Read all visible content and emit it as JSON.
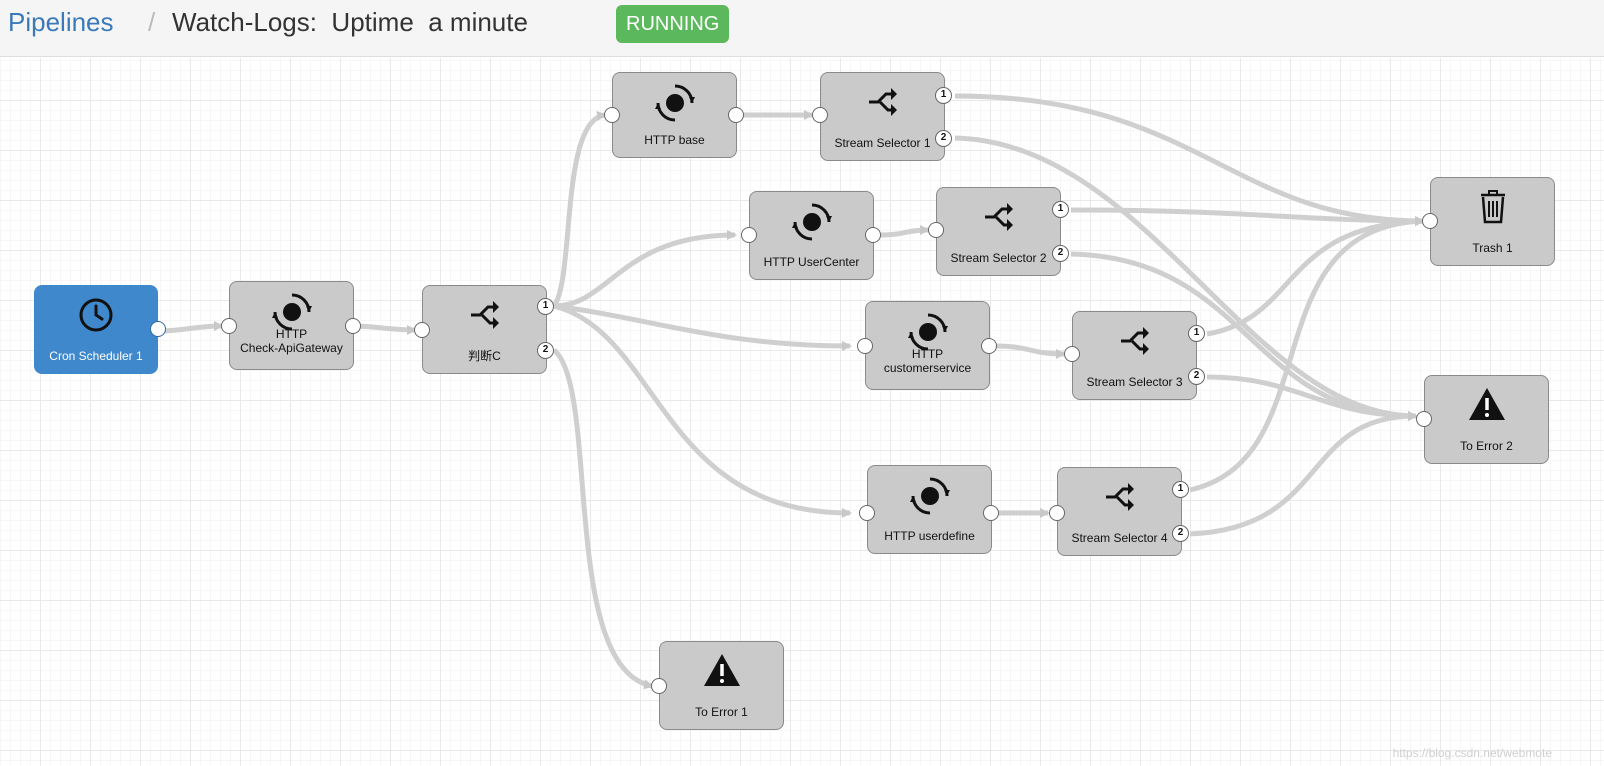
{
  "header": {
    "breadcrumb_link": "Pipelines",
    "separator": "/",
    "title": "Watch-Logs:  Uptime  a minute",
    "status": "RUNNING",
    "status_color": "#5cb85c"
  },
  "nodes": {
    "cron": {
      "label": "Cron Scheduler 1",
      "icon": "clock-icon"
    },
    "check": {
      "line1": "HTTP",
      "line2": "Check-ApiGateway",
      "icon": "http-client-icon"
    },
    "judge": {
      "label": "判断C",
      "icon": "stream-selector-icon"
    },
    "http_base": {
      "label": "HTTP base",
      "icon": "http-client-icon"
    },
    "ss1": {
      "label": "Stream Selector 1",
      "icon": "stream-selector-icon"
    },
    "http_uc": {
      "label": "HTTP UserCenter",
      "icon": "http-client-icon"
    },
    "ss2": {
      "label": "Stream Selector 2",
      "icon": "stream-selector-icon"
    },
    "http_cs": {
      "line1": "HTTP",
      "line2": "customerservice",
      "icon": "http-client-icon"
    },
    "ss3": {
      "label": "Stream Selector 3",
      "icon": "stream-selector-icon"
    },
    "http_ud": {
      "label": "HTTP userdefine",
      "icon": "http-client-icon"
    },
    "ss4": {
      "label": "Stream Selector 4",
      "icon": "stream-selector-icon"
    },
    "trash": {
      "label": "Trash 1",
      "icon": "trash-icon"
    },
    "err2": {
      "label": "To Error 2",
      "icon": "warning-icon"
    },
    "err1": {
      "label": "To Error 1",
      "icon": "warning-icon"
    }
  },
  "ports": {
    "one": "1",
    "two": "2"
  },
  "accent_color": "#3f88cb",
  "stage_color": "#cacaca",
  "watermark": "https://blog.csdn.net/webmote"
}
